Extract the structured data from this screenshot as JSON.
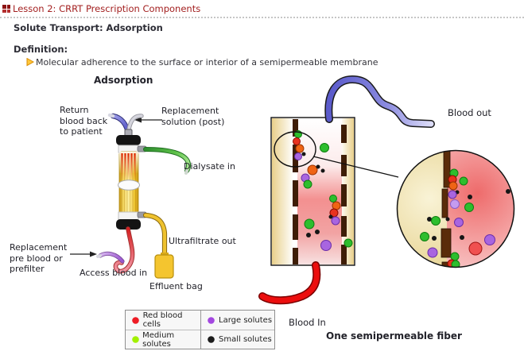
{
  "header": {
    "title": "Lesson 2: CRRT Prescription Components"
  },
  "slide": {
    "title": "Solute Transport: Adsorption",
    "definition_label": "Definition:",
    "definition_text": "Molecular adherence to the surface or interior of a semipermeable membrane"
  },
  "device_diagram": {
    "title": "Adsorption",
    "labels": {
      "return_blood": "Return\nblood back\nto patient",
      "replacement_post": "Replacement\nsolution (post)",
      "dialysate_in": "Dialysate in",
      "ultrafiltrate_out": "Ultrafiltrate out",
      "effluent_bag": "Effluent bag",
      "replacement_pre": "Replacement\npre blood or\nprefilter",
      "access_blood_in": "Access blood in"
    }
  },
  "fiber_diagram": {
    "labels": {
      "blood_out": "Blood out",
      "blood_in": "Blood In"
    },
    "caption": "One semipermeable fiber"
  },
  "legend": {
    "items": [
      {
        "label": "Red blood cells",
        "color": "#ee1c25"
      },
      {
        "label": "Large solutes",
        "color": "#a347e0"
      },
      {
        "label": "Medium solutes",
        "color": "#a2f000"
      },
      {
        "label": "Small solutes",
        "color": "#1c1c1c"
      }
    ]
  },
  "palette": {
    "accent_header_red": "#a32020",
    "membrane_brown": "#3e1d07",
    "red_blood_cell": "#e8321e",
    "large_solute": "#a865e0",
    "medium_solute": "#2dbe2d",
    "small_solute": "#161616"
  }
}
